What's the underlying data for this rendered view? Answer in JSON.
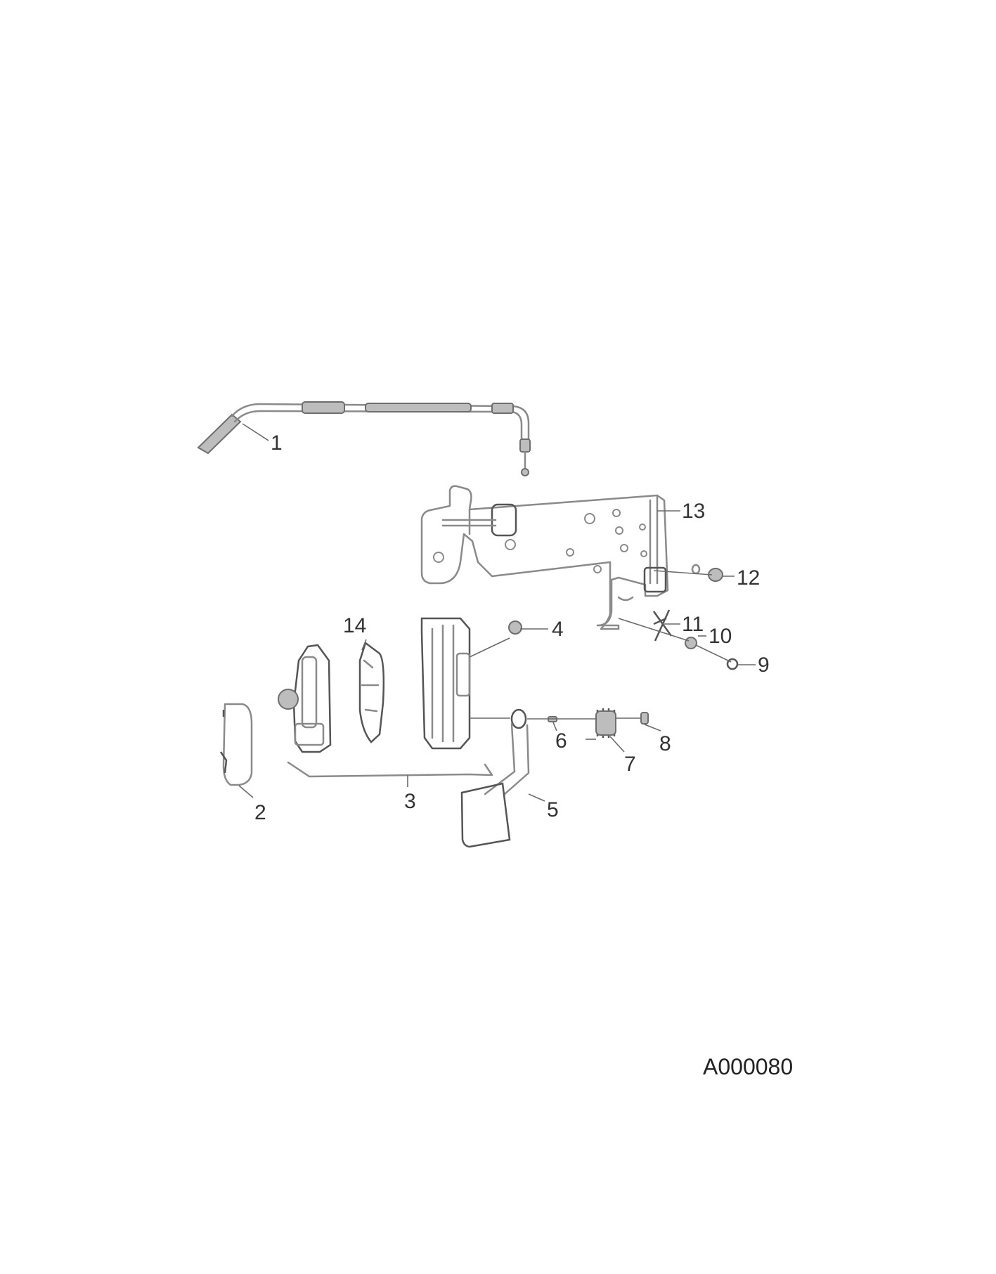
{
  "callouts": {
    "c1": "1",
    "c2": "2",
    "c3": "3",
    "c4": "4",
    "c5": "5",
    "c6": "6",
    "c7": "7",
    "c8": "8",
    "c9": "9",
    "c10": "10",
    "c11": "11",
    "c12": "12",
    "c13": "13",
    "c14": "14"
  },
  "drawing_id": "A000080"
}
